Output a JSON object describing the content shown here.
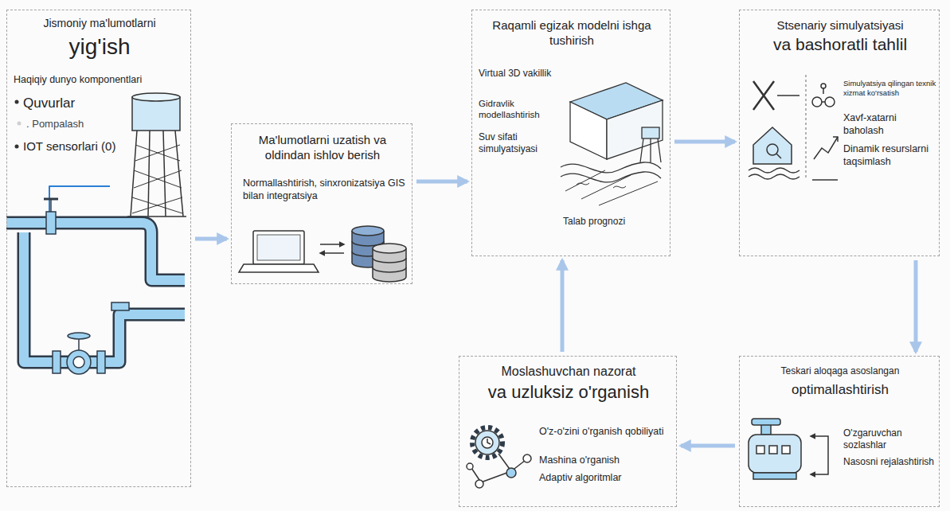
{
  "diagram": {
    "nodes": [
      {
        "text": [
          "Jismoniy ma'lumotlarni",
          "yig'ish",
          "Haqiqiy dunyo komponentlari",
          "Quvurlar",
          ". Pompalash",
          "IOT sensorlari (0)"
        ]
      },
      {
        "text": [
          "Ma'lumotlarni uzatish va oldindan ishlov berish",
          "Normallashtirish, sinxronizatsiya GIS bilan integratsiya"
        ]
      },
      {
        "text": [
          "Raqamli egizak modelni ishga tushirish",
          "Virtual 3D vakillik",
          "Gidravlik modellashtirish",
          "Suv sifati simulyatsiyasi",
          "Talab prognozi"
        ]
      },
      {
        "text": [
          "Stsenariy simulyatsiyasi",
          "va bashoratli tahlil",
          "Simulyatsiya qilingan texnik xizmat ko'rsatish",
          "Xavf-xatarni baholash",
          "Dinamik resurslarni taqsimlash"
        ]
      },
      {
        "text": [
          "Teskari aloqaga asoslangan",
          "optimallashtirish",
          "O'zgaruvchan sozlashlar",
          "Nasosni rejalashtirish"
        ]
      },
      {
        "text": [
          "Moslashuvchan nazorat",
          "va uzluksiz o'rganish",
          "O'z-o'zini o'rganish qobiliyati",
          "Mashina o'rganish",
          "Adaptiv algoritmlar"
        ]
      }
    ],
    "edges": [
      {
        "from": 0,
        "to": 1,
        "arrow": "to"
      },
      {
        "from": 1,
        "to": 2,
        "arrow": "to"
      },
      {
        "from": 2,
        "to": 3,
        "arrow": "to"
      },
      {
        "from": 3,
        "to": 4,
        "arrow": "to"
      },
      {
        "from": 4,
        "to": 5,
        "arrow": "to"
      },
      {
        "from": 5,
        "to": 2,
        "arrow": "to"
      }
    ]
  }
}
